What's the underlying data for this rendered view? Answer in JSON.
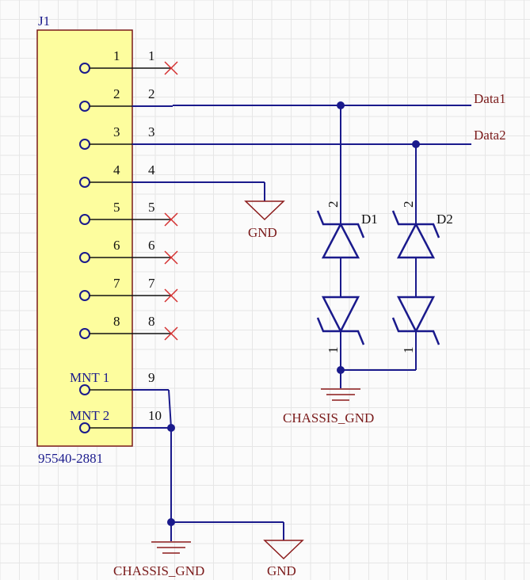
{
  "connector": {
    "designator": "J1",
    "part_number": "95540-2881",
    "pins": [
      {
        "pin_label": "1",
        "net_label": "1"
      },
      {
        "pin_label": "2",
        "net_label": "2"
      },
      {
        "pin_label": "3",
        "net_label": "3"
      },
      {
        "pin_label": "4",
        "net_label": "4"
      },
      {
        "pin_label": "5",
        "net_label": "5"
      },
      {
        "pin_label": "6",
        "net_label": "6"
      },
      {
        "pin_label": "7",
        "net_label": "7"
      },
      {
        "pin_label": "8",
        "net_label": "8"
      },
      {
        "pin_label": "MNT 1",
        "net_label": "9"
      },
      {
        "pin_label": "MNT 2",
        "net_label": "10"
      }
    ]
  },
  "nets": {
    "data1": "Data1",
    "data2": "Data2",
    "gnd_top": "GND",
    "chassis_gnd_diodes": "CHASSIS_GND",
    "chassis_gnd_bottom": "CHASSIS_GND",
    "gnd_bottom": "GND"
  },
  "diodes": [
    {
      "designator": "D1",
      "pin_top": "2",
      "pin_bottom": "1"
    },
    {
      "designator": "D2",
      "pin_top": "2",
      "pin_bottom": "1"
    }
  ],
  "colors": {
    "wire": "#1a1a8c",
    "component_fill": "#fdfd9e",
    "component_border": "#7a1a1a",
    "ground_symbol": "#8b1a1a",
    "no_connect": "#d43030",
    "grid": "#e6e6e6"
  }
}
